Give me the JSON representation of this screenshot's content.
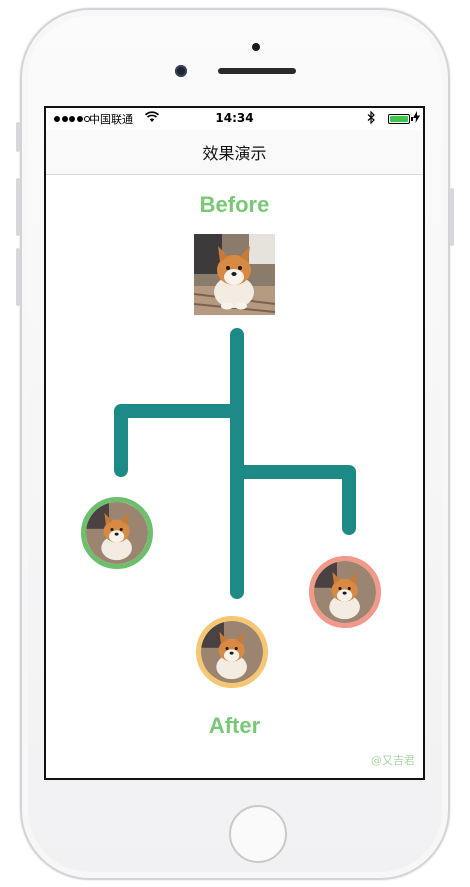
{
  "status_bar": {
    "carrier": "中国联通",
    "time": "14:34",
    "battery_level": 1.0,
    "battery_color": "#3cc64a"
  },
  "nav": {
    "title": "效果演示"
  },
  "content": {
    "before_label": "Before",
    "after_label": "After",
    "watermark": "@又吉君"
  },
  "colors": {
    "branch": "#1e8a87",
    "label": "#78c878",
    "ring_green": "#6cc06c",
    "ring_orange": "#f6c670",
    "ring_red": "#f2998a"
  },
  "icons": [
    "signal-dots-icon",
    "wifi-icon",
    "bluetooth-icon",
    "battery-icon",
    "charging-bolt-icon",
    "dog-photo"
  ]
}
